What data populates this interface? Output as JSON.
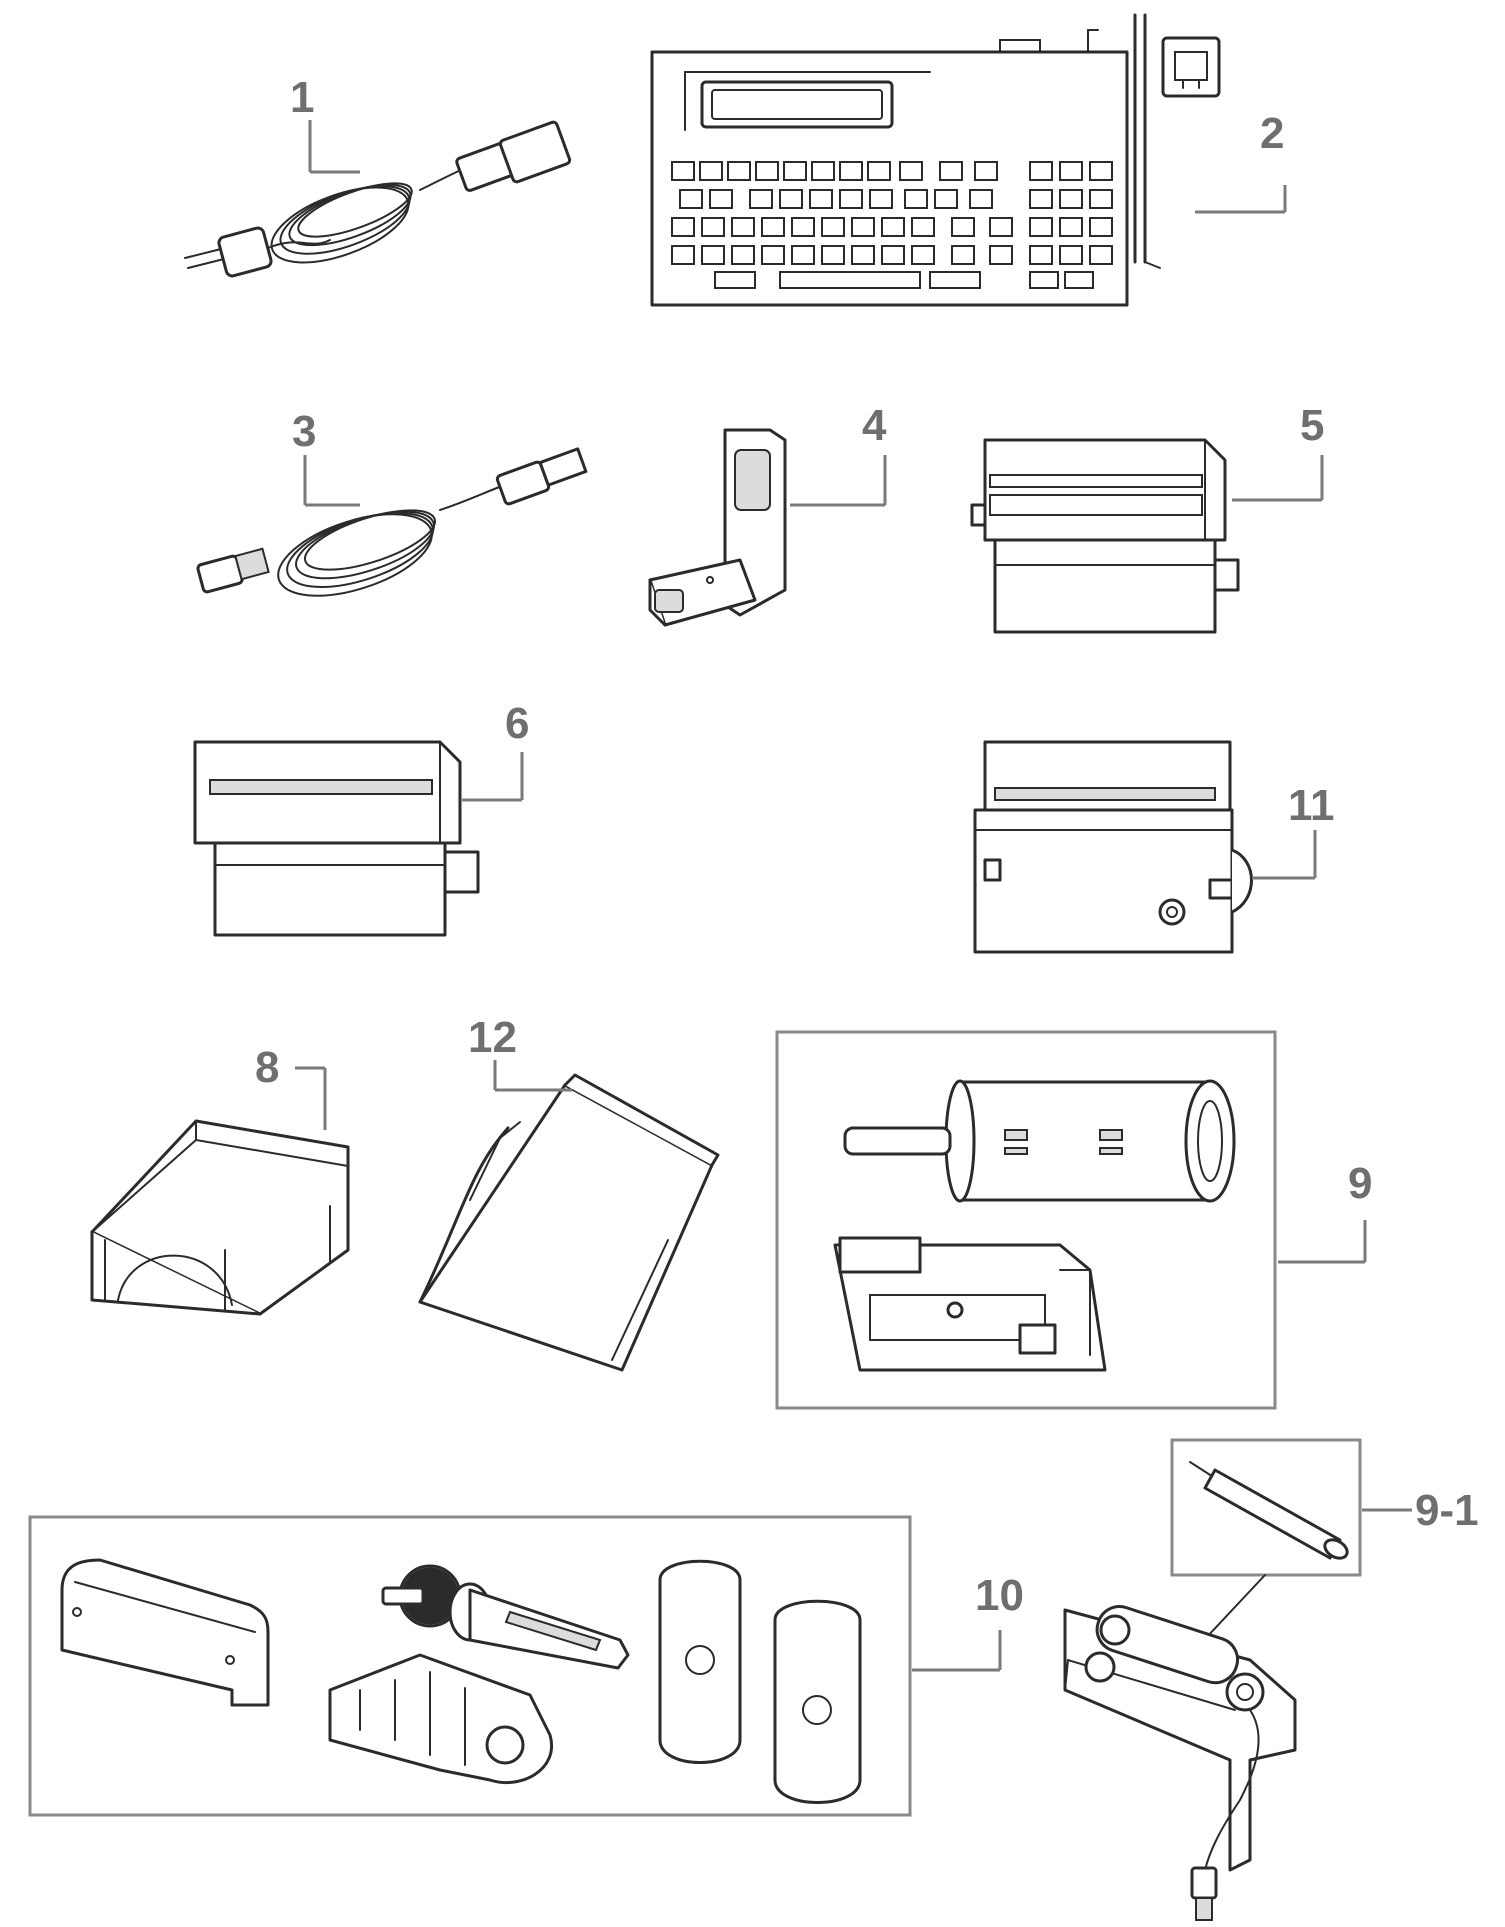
{
  "callouts": [
    {
      "id": "c1",
      "label": "1"
    },
    {
      "id": "c2",
      "label": "2"
    },
    {
      "id": "c3",
      "label": "3"
    },
    {
      "id": "c4",
      "label": "4"
    },
    {
      "id": "c5",
      "label": "5"
    },
    {
      "id": "c6",
      "label": "6"
    },
    {
      "id": "c11",
      "label": "11"
    },
    {
      "id": "c8",
      "label": "8"
    },
    {
      "id": "c12",
      "label": "12"
    },
    {
      "id": "c9",
      "label": "9"
    },
    {
      "id": "c10",
      "label": "10"
    },
    {
      "id": "c9-1",
      "label": "9-1"
    }
  ],
  "parts": [
    {
      "callout": "1",
      "icon": "power-cord-icon"
    },
    {
      "callout": "2",
      "icon": "keyboard-unit-icon"
    },
    {
      "callout": "3",
      "icon": "usb-cable-icon"
    },
    {
      "callout": "4",
      "icon": "connector-bracket-icon"
    },
    {
      "callout": "5",
      "icon": "cutter-module-icon"
    },
    {
      "callout": "6",
      "icon": "cutter-module-icon"
    },
    {
      "callout": "11",
      "icon": "cutter-module-icon"
    },
    {
      "callout": "8",
      "icon": "tray-box-icon"
    },
    {
      "callout": "12",
      "icon": "guide-plate-icon"
    },
    {
      "callout": "9",
      "icon": "rewinder-assembly-icon"
    },
    {
      "callout": "10",
      "icon": "ribbon-spindle-kit-icon"
    },
    {
      "callout": "9-1",
      "icon": "roller-icon"
    }
  ],
  "colors": {
    "callout_text": "#6f6f6f",
    "leader_line": "#7a7a7a",
    "frame": "#8a8a8a",
    "line_art": "#2b2b2b",
    "background": "#ffffff"
  }
}
